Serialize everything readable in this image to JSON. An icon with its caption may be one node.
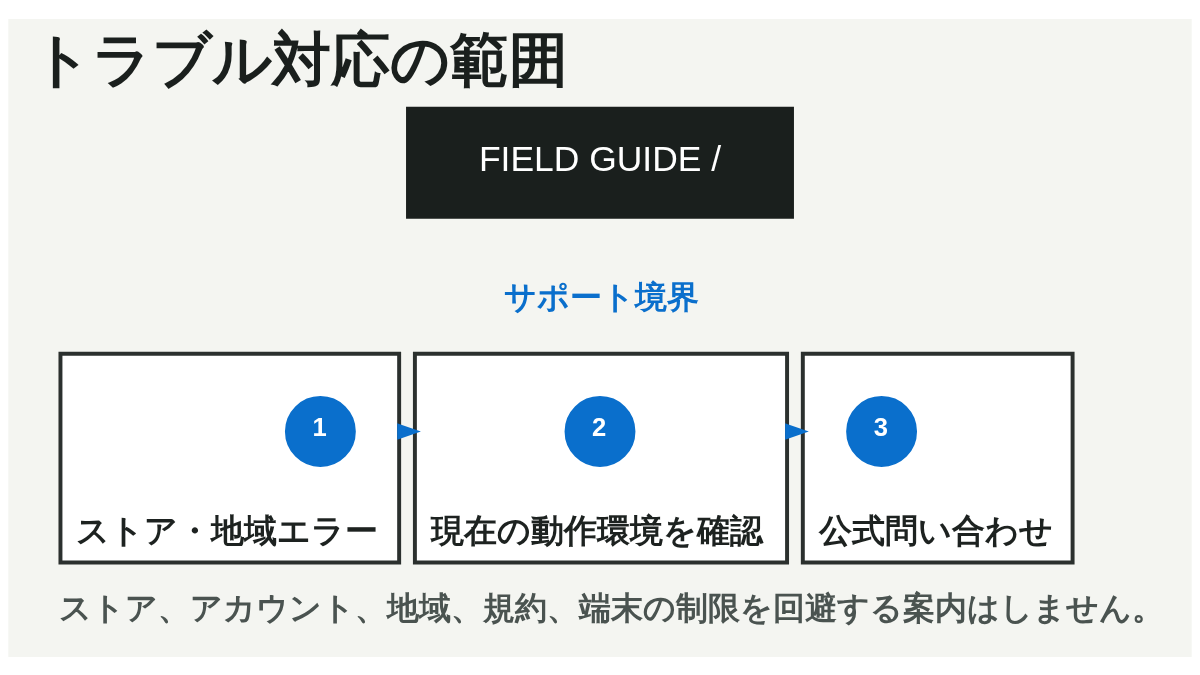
{
  "diagram": {
    "title": "トラブル対応の範囲",
    "nodes": [
      {
        "text": [
          "ストア・地域エラー"
        ]
      },
      {
        "text": [
          "1"
        ],
        "in": 0
      },
      {
        "text": [
          "現在の動作環境を確認"
        ]
      },
      {
        "text": [
          "2"
        ],
        "in": 2
      },
      {
        "text": [
          "公式問い合わせ"
        ]
      },
      {
        "text": [
          "3"
        ],
        "in": 4
      }
    ],
    "edges": [
      {
        "from": 0,
        "to": 2,
        "arrow": "to"
      },
      {
        "from": 2,
        "to": 4,
        "arrow": "to"
      }
    ],
    "labels": [
      "FIELD GUIDE /",
      "サポート境界",
      "ストア、アカウント、地域、規約、端末の制限を回避する案内はしません。"
    ]
  }
}
